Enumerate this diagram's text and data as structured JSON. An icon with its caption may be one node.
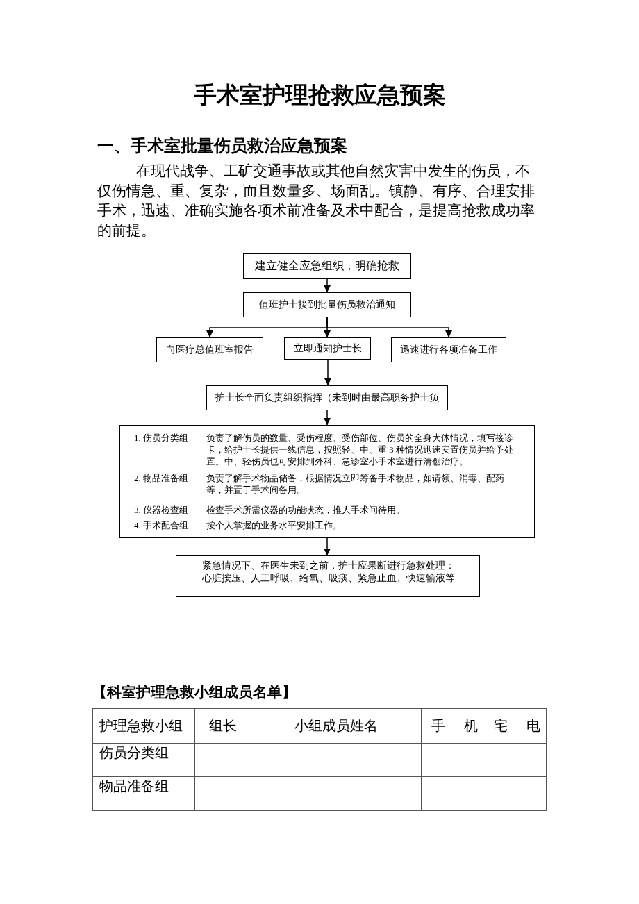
{
  "diagram": {
    "title": "手术室护理抢救应急预案",
    "nodes": [
      {
        "text": [
          "建立健全应急组织，明确抢救"
        ]
      },
      {
        "text": [
          "值班护士接到批量伤员救治通知"
        ]
      },
      {
        "text": [
          "向医疗总值班室报告"
        ]
      },
      {
        "text": [
          "立即通知护士长"
        ]
      },
      {
        "text": [
          "迅速进行各项准备工作"
        ]
      },
      {
        "text": [
          "护士长全面负责组织指挥（未到时由最高职务护士负"
        ]
      },
      {
        "text": [
          "1. 伤员分类组",
          "负责了解伤员的数量、受伤程度、受伤部位、伤员的全身大体情况，填写接诊卡，给护士长提供一线信息，按照轻、中、重 3 种情况迅速安置伤员并给予处置。中、轻伤员也可安排到外科、急诊室小手术室进行清创治疗。",
          "2. 物品准备组",
          "负责了解手术物品储备，根据情况立即筹备手术物品，如请领、消毒、配药等，并置于手术间备用。",
          "3. 仪器检查组",
          "检查手术所需仪器的功能状态，推人手术间待用。",
          "4. 手术配合组",
          "按个人掌握的业务水平安排工作。"
        ]
      },
      {
        "text": [
          "紧急情况下、在医生未到之前，护士应果断进行急救处理：",
          "心脏按压、人工呼吸、给氧、吸痰、紧急止血、快速输液等"
        ]
      }
    ],
    "edges": [
      {
        "from": 0,
        "to": 1,
        "arrow": "to"
      },
      {
        "from": 1,
        "to": 2,
        "arrow": "to"
      },
      {
        "from": 1,
        "to": 3,
        "arrow": "to"
      },
      {
        "from": 1,
        "to": 4,
        "arrow": "to"
      },
      {
        "from": 3,
        "to": 5,
        "arrow": "to"
      },
      {
        "from": 5,
        "to": 6,
        "arrow": "to"
      },
      {
        "from": 6,
        "to": 7,
        "arrow": "to"
      }
    ],
    "labels": [
      "一、手术室批量伤员救治应急预案",
      "在现代战争、工矿交通事故或其他自然灾害中发生的伤员，不仅伤情急、重、复杂，而且数量多、场面乱。镇静、有序、合理安排手术，迅速、准确实施各项术前准备及术中配合，是提高抢救成功率的前提。",
      "【科室护理急救小组成员名单】",
      "护理急救小组",
      "组长",
      "小组成员姓名",
      "手 机",
      "宅 电",
      "伤员分类组",
      "物品准备组"
    ]
  }
}
